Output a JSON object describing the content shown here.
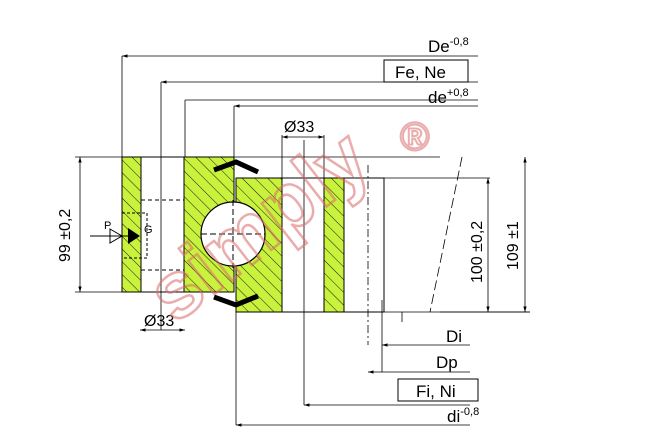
{
  "dimensions": {
    "De": {
      "symbol": "De",
      "tol": "-0,8"
    },
    "FeNe": {
      "text": "Fe, Ne"
    },
    "de": {
      "symbol": "de",
      "tol": "+0,8"
    },
    "dia33_top": {
      "text": "Ø33"
    },
    "dia33_bottom": {
      "text": "Ø33"
    },
    "h99": {
      "text": "99 ±0,2"
    },
    "h100": {
      "text": "100 ±0,2"
    },
    "h109": {
      "text": "109 ±1"
    },
    "Di": {
      "text": "Di"
    },
    "Dp": {
      "text": "Dp"
    },
    "FiNi": {
      "text": "Fi, Ni"
    },
    "di": {
      "symbol": "di",
      "tol": "-0,8"
    },
    "P": {
      "text": "P"
    },
    "G": {
      "text": "G"
    }
  },
  "watermark": {
    "text": "simply",
    "mark": "®"
  },
  "colors": {
    "section_fill": "#c9f23c",
    "hatch": "#1a1a1a",
    "outline": "#000000",
    "watermark": "#d96b6b",
    "background": "#ffffff"
  }
}
